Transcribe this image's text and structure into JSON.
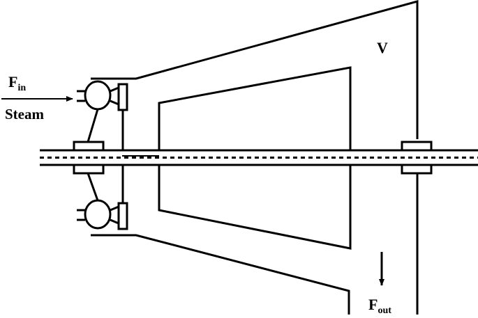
{
  "labels": {
    "volume": "V",
    "flow_in_main": "F",
    "flow_in_sub": "in",
    "steam": "Steam",
    "flow_out_main": "F",
    "flow_out_sub": "out"
  },
  "colors": {
    "ink": "#000000",
    "background": "#ffffff"
  }
}
